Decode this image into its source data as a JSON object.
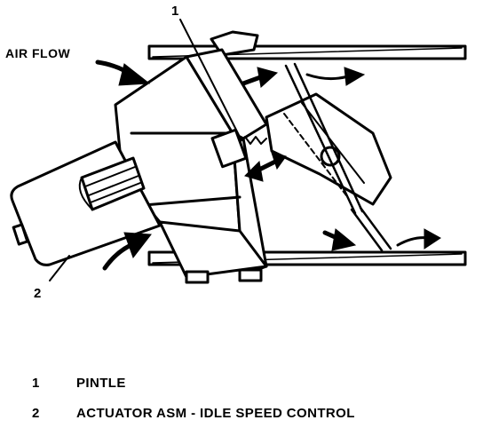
{
  "diagram": {
    "airflow_label": "AIR FLOW",
    "callouts": [
      "1",
      "2"
    ]
  },
  "legend": [
    {
      "number": "1",
      "label": "PINTLE"
    },
    {
      "number": "2",
      "label": "ACTUATOR ASM - IDLE SPEED CONTROL"
    }
  ]
}
